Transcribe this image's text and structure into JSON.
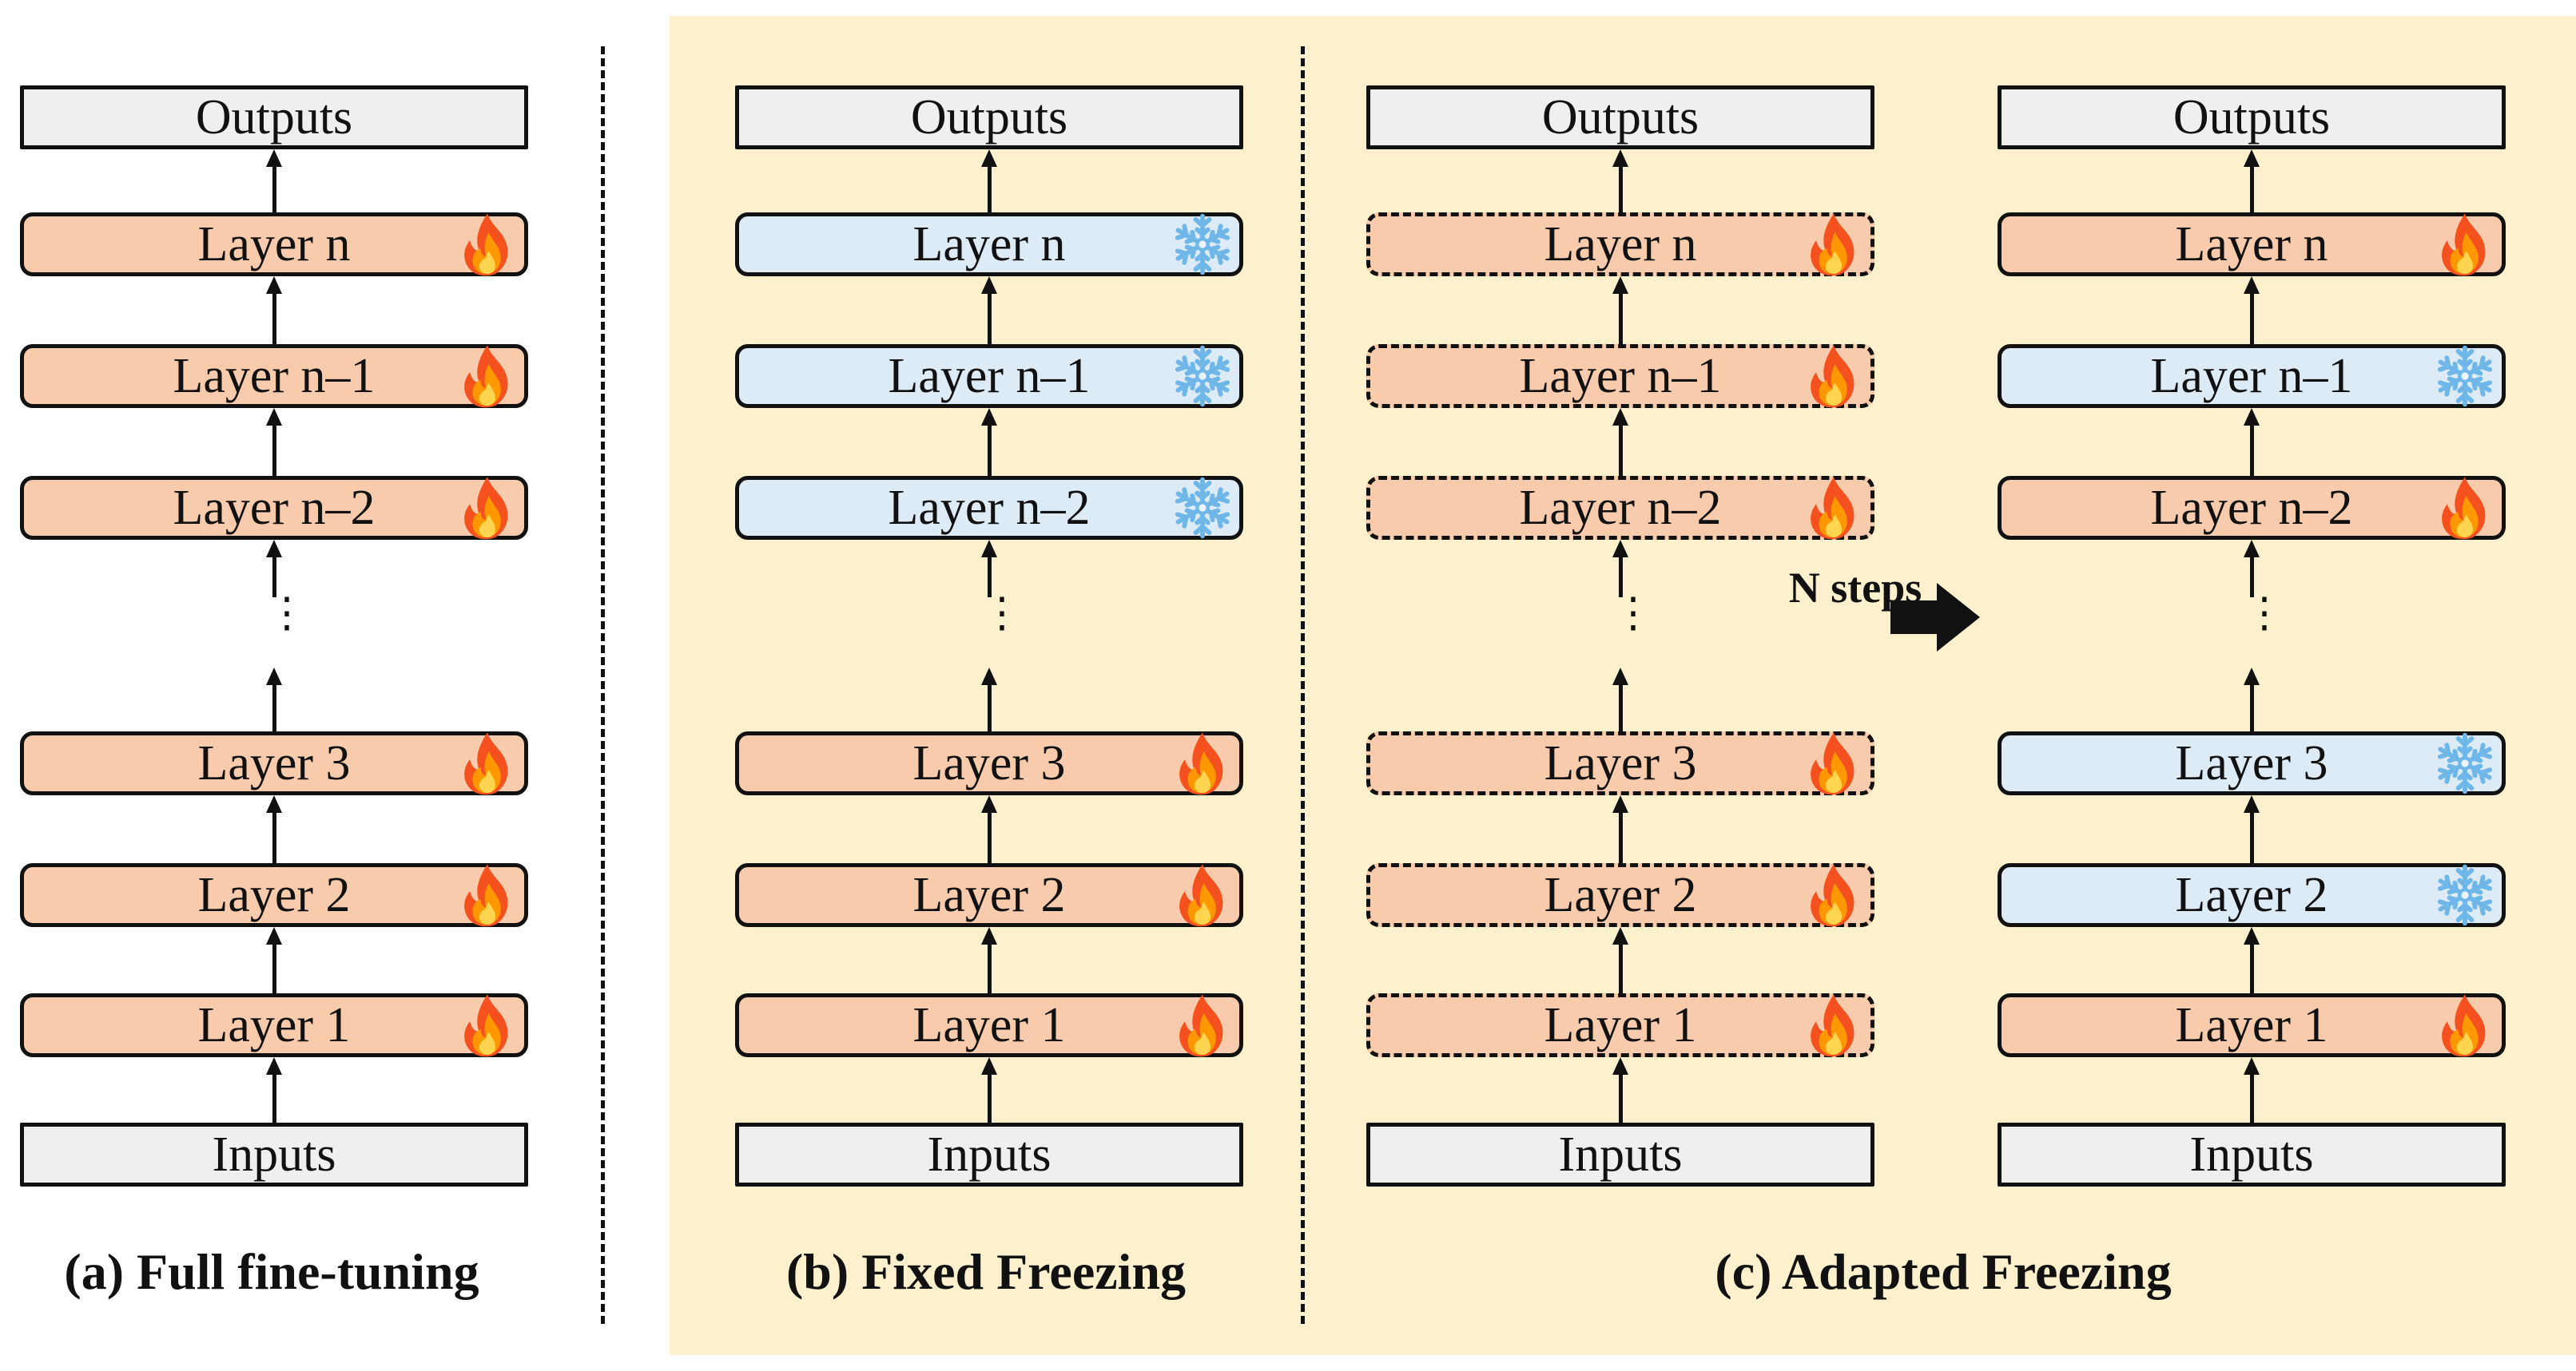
{
  "captions": {
    "a": "(a) Full fine-tuning",
    "b": "(b) Fixed Freezing",
    "c": "(c) Adapted Freezing"
  },
  "transition": {
    "label": "N steps",
    "icon": "right-arrow-icon"
  },
  "legend_icons": {
    "trainable": "fire-icon",
    "frozen": "snowflake-icon"
  },
  "colors": {
    "trainable_fill": "#f8cbad",
    "frozen_fill": "#ddebf7",
    "io_fill": "#efefef",
    "panel_background": "#fdf0cd",
    "outline": "#111111"
  },
  "columns": [
    {
      "id": "full-finetuning",
      "outputs": "Outputs",
      "inputs": "Inputs",
      "ellipsis": "⋮",
      "border": "solid",
      "layers": [
        {
          "label": "Layer n",
          "state": "trainable"
        },
        {
          "label": "Layer n–1",
          "state": "trainable"
        },
        {
          "label": "Layer n–2",
          "state": "trainable"
        },
        {
          "label": "Layer 3",
          "state": "trainable"
        },
        {
          "label": "Layer 2",
          "state": "trainable"
        },
        {
          "label": "Layer 1",
          "state": "trainable"
        }
      ]
    },
    {
      "id": "fixed-freezing",
      "outputs": "Outputs",
      "inputs": "Inputs",
      "ellipsis": "⋮",
      "border": "solid",
      "layers": [
        {
          "label": "Layer n",
          "state": "frozen"
        },
        {
          "label": "Layer n–1",
          "state": "frozen"
        },
        {
          "label": "Layer n–2",
          "state": "frozen"
        },
        {
          "label": "Layer 3",
          "state": "trainable"
        },
        {
          "label": "Layer 2",
          "state": "trainable"
        },
        {
          "label": "Layer 1",
          "state": "trainable"
        }
      ]
    },
    {
      "id": "adapted-freezing-before",
      "outputs": "Outputs",
      "inputs": "Inputs",
      "ellipsis": "⋮",
      "border": "dashed",
      "layers": [
        {
          "label": "Layer n",
          "state": "trainable"
        },
        {
          "label": "Layer n–1",
          "state": "trainable"
        },
        {
          "label": "Layer n–2",
          "state": "trainable"
        },
        {
          "label": "Layer 3",
          "state": "trainable"
        },
        {
          "label": "Layer 2",
          "state": "trainable"
        },
        {
          "label": "Layer 1",
          "state": "trainable"
        }
      ]
    },
    {
      "id": "adapted-freezing-after",
      "outputs": "Outputs",
      "inputs": "Inputs",
      "ellipsis": "⋮",
      "border": "solid",
      "layers": [
        {
          "label": "Layer n",
          "state": "trainable"
        },
        {
          "label": "Layer n–1",
          "state": "frozen"
        },
        {
          "label": "Layer n–2",
          "state": "trainable"
        },
        {
          "label": "Layer 3",
          "state": "frozen"
        },
        {
          "label": "Layer 2",
          "state": "frozen"
        },
        {
          "label": "Layer 1",
          "state": "trainable"
        }
      ]
    }
  ]
}
